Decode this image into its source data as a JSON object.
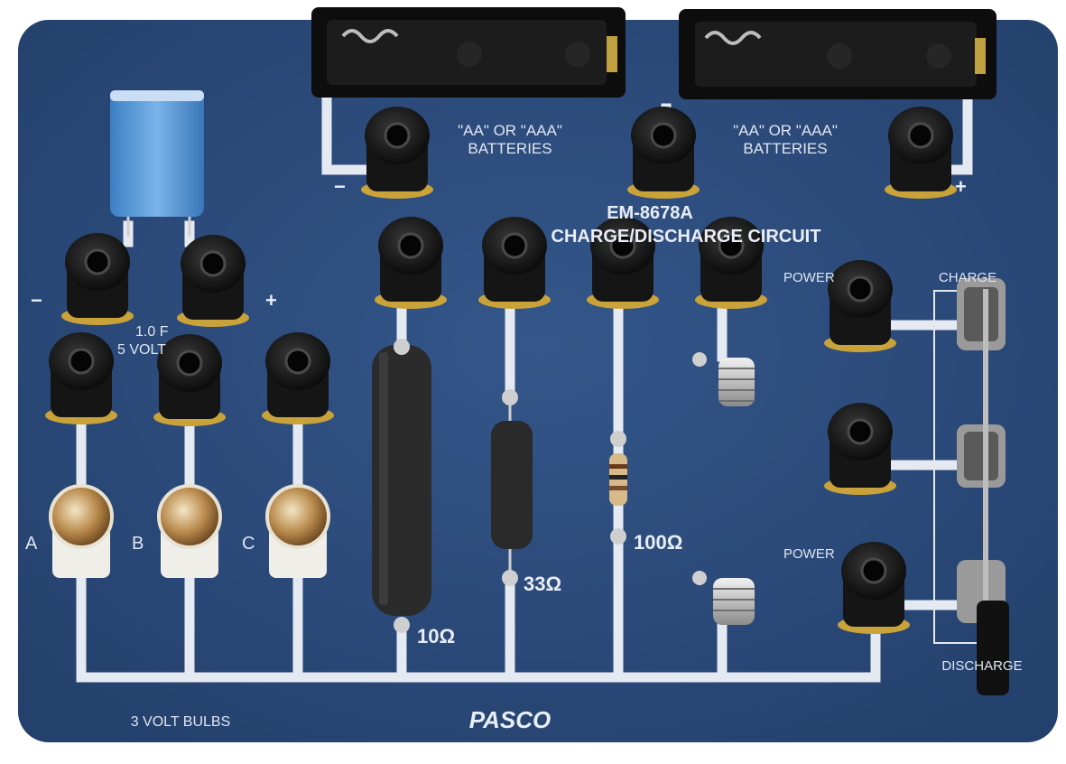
{
  "board": {
    "model": "EM-8678A",
    "title": "CHARGE/DISCHARGE CIRCUIT",
    "brand": "PASCO",
    "bulbs_label": "3 VOLT BULBS",
    "battery_label_line1": "\"AA\" OR \"AAA\"",
    "battery_label_line2": "BATTERIES",
    "battery_minus": "−",
    "battery_plus": "+",
    "capacitor_minus": "−",
    "capacitor_plus": "+",
    "capacitor_value": "1.0 F",
    "capacitor_voltage": "5 VOLT",
    "bulb_a": "A",
    "bulb_b": "B",
    "bulb_c": "C",
    "resistor_10": "10Ω",
    "resistor_33": "33Ω",
    "resistor_100": "100Ω",
    "power_1": "POWER",
    "power_2": "POWER",
    "switch_charge": "CHARGE",
    "switch_discharge": "DISCHARGE"
  },
  "colors": {
    "board": "#2c4a7a",
    "trace": "#e4e9f2",
    "jack": "#151515",
    "brass": "#c9a33a"
  }
}
